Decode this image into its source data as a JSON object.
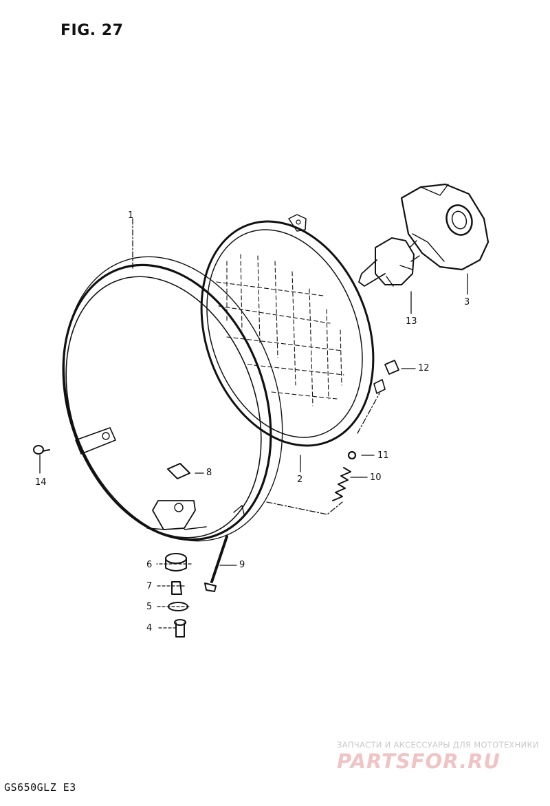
{
  "figure": {
    "title": "FIG. 27",
    "model_code": "GS650GLZ E3"
  },
  "callouts": [
    {
      "id": "c1",
      "label": "1"
    },
    {
      "id": "c2",
      "label": "2"
    },
    {
      "id": "c3",
      "label": "3"
    },
    {
      "id": "c4",
      "label": "4"
    },
    {
      "id": "c5",
      "label": "5"
    },
    {
      "id": "c6",
      "label": "6"
    },
    {
      "id": "c7",
      "label": "7"
    },
    {
      "id": "c8",
      "label": "8"
    },
    {
      "id": "c9",
      "label": "9"
    },
    {
      "id": "c10",
      "label": "10"
    },
    {
      "id": "c11",
      "label": "11"
    },
    {
      "id": "c12",
      "label": "12"
    },
    {
      "id": "c13",
      "label": "13"
    },
    {
      "id": "c14",
      "label": "14"
    }
  ],
  "watermark": {
    "tagline": "ЗАПЧАСТИ И АКСЕССУАРЫ ДЛЯ МОТОТЕХНИКИ",
    "logo": "PARTSFOR.RU"
  },
  "colors": {
    "ink": "#111111",
    "watermark_red": "#f0c4c4",
    "watermark_gray": "#c9c9c9"
  }
}
